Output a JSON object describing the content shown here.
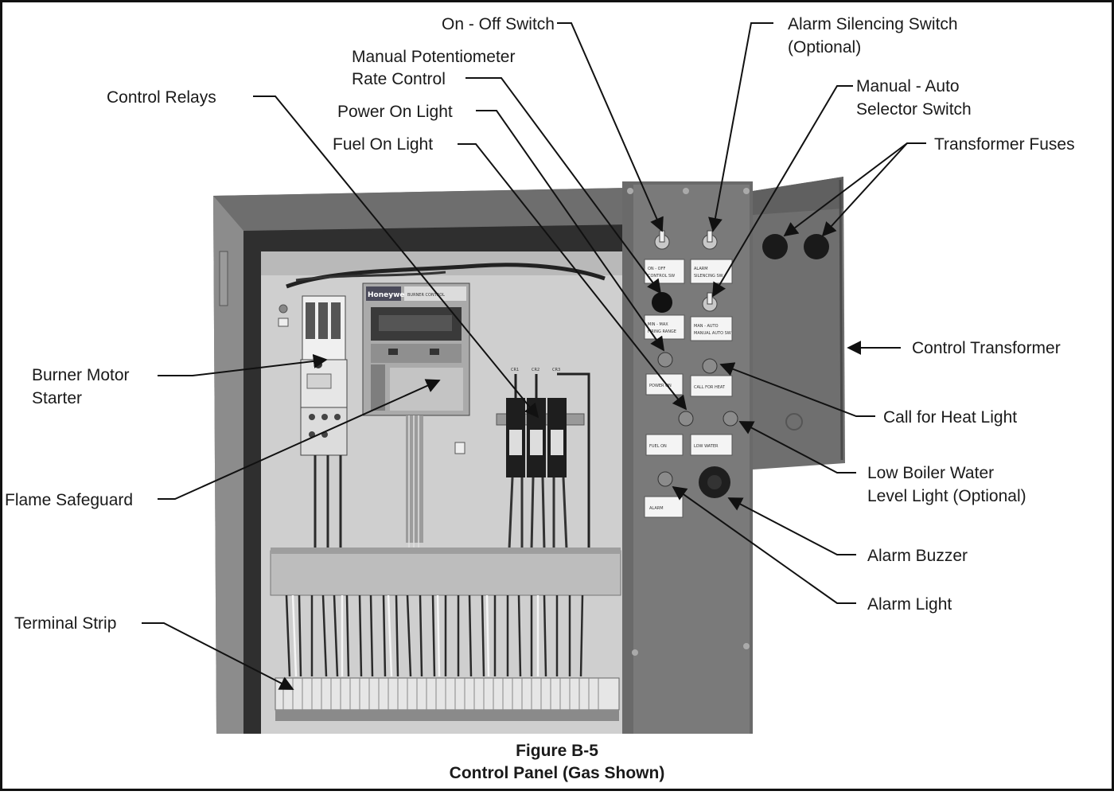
{
  "figure": {
    "number": "Figure B-5",
    "title": "Control Panel (Gas Shown)"
  },
  "callouts": {
    "on_off_switch": "On - Off Switch",
    "alarm_silencing_1": "Alarm Silencing Switch",
    "alarm_silencing_2": "(Optional)",
    "manual_pot_1": "Manual Potentiometer",
    "manual_pot_2": "Rate Control",
    "manual_auto_1": "Manual - Auto",
    "manual_auto_2": "Selector Switch",
    "control_relays": "Control Relays",
    "power_on_light": "Power On Light",
    "fuel_on_light": "Fuel On Light",
    "transformer_fuses": "Transformer Fuses",
    "control_transformer": "Control Transformer",
    "burner_motor_1": "Burner Motor",
    "burner_motor_2": "Starter",
    "call_for_heat": "Call for Heat Light",
    "flame_safeguard": "Flame Safeguard",
    "low_water_1": "Low Boiler Water",
    "low_water_2": "Level Light (Optional)",
    "alarm_buzzer": "Alarm Buzzer",
    "alarm_light": "Alarm Light",
    "terminal_strip": "Terminal Strip"
  },
  "photo_labels": {
    "brand": "Honeywell",
    "burner_control": "BURNER CONTROL",
    "relays": [
      "CR1",
      "CR2",
      "CR3"
    ],
    "plates": [
      [
        "ON - OFF",
        "CONTROL SW"
      ],
      [
        "ALARM",
        "SILENCING SW"
      ],
      [
        "MIN - MAX",
        "FIRING RANGE"
      ],
      [
        "MAN - AUTO",
        "MANUAL AUTO SW"
      ],
      [
        "POWER ON",
        ""
      ],
      [
        "CALL FOR HEAT",
        ""
      ],
      [
        "FUEL ON",
        ""
      ],
      [
        "LOW WATER",
        ""
      ],
      [
        "ALARM",
        ""
      ]
    ]
  }
}
